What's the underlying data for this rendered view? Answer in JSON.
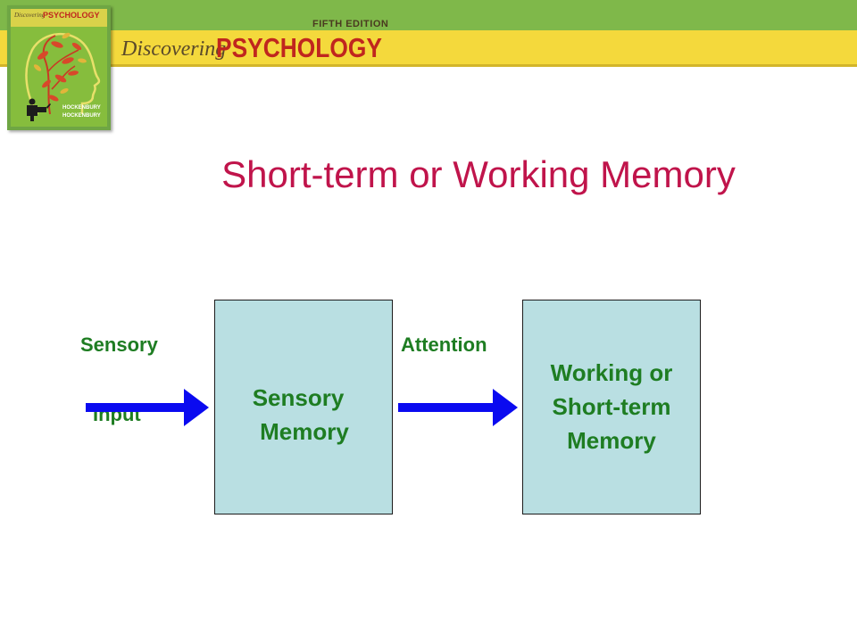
{
  "header": {
    "edition": "FIFTH EDITION",
    "brand_prefix": "Discovering",
    "brand_main": "PSYCHOLOGY",
    "cover": {
      "brand_prefix": "Discovering",
      "brand_main": "PSYCHOLOGY",
      "author_line_1": "HOCKENBURY",
      "author_line_2": "HOCKENBURY"
    },
    "colors": {
      "green_band": "#7fb84a",
      "yellow_band": "#f4d93c",
      "brand_red": "#c0261e"
    }
  },
  "slide": {
    "title": "Short-term or Working Memory",
    "title_color": "#c0144b"
  },
  "diagram": {
    "label_color": "#1e7d22",
    "box_fill": "#b9dfe2",
    "arrow_color": "#0a0af0",
    "input_label_line_1": "Sensory",
    "input_label_line_2": "Input",
    "attention_label": "Attention",
    "sensory_box": {
      "line_1": "Sensory",
      "line_2": "Memory"
    },
    "working_box": {
      "line_1": "Working or",
      "line_2": "Short-term",
      "line_3": "Memory"
    }
  }
}
